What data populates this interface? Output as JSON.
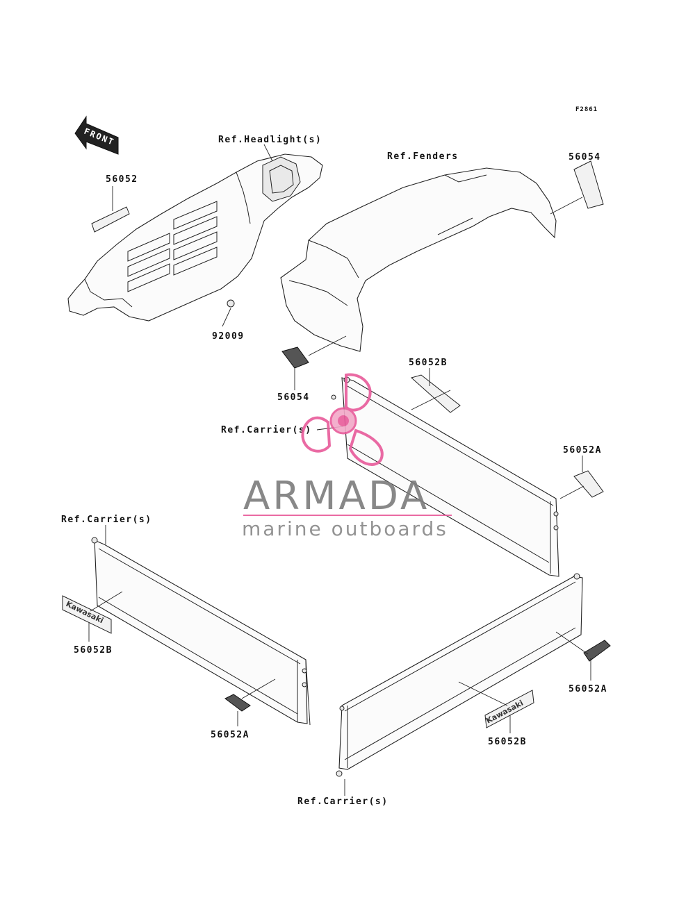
{
  "figure_code": "F2861",
  "front_arrow": "FRONT",
  "labels": {
    "headlight_ref": "Ref.Headlight(s)",
    "fenders_ref": "Ref.Fenders",
    "carrier_ref_top": "Ref.Carrier(s)",
    "carrier_ref_left": "Ref.Carrier(s)",
    "carrier_ref_bottom": "Ref.Carrier(s)"
  },
  "part_numbers": {
    "p56052_grille": "56052",
    "p92009": "92009",
    "p56054_right": "56054",
    "p56054_center": "56054",
    "p56052B_top": "56052B",
    "p56052A_right": "56052A",
    "p56052B_left": "56052B",
    "p56052A_left": "56052A",
    "p56052A_bottom_right": "56052A",
    "p56052B_bottom": "56052B"
  },
  "decal_text": {
    "brand": "Kawasaki"
  },
  "watermark": {
    "title": "ARMADA",
    "subtitle": "marine outboards",
    "accent_color": "#e85a9a",
    "text_color": "#7c7c7c"
  }
}
